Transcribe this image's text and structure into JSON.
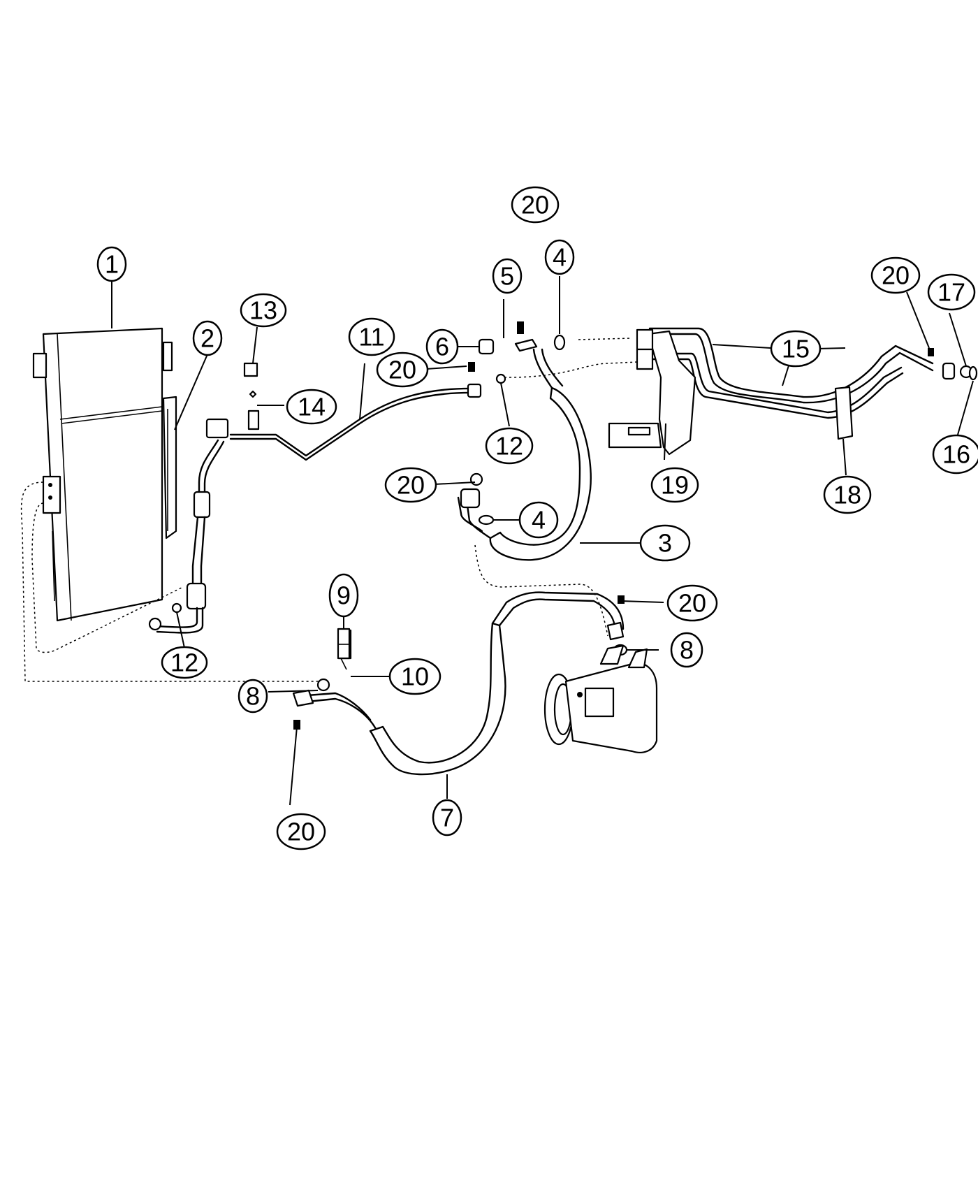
{
  "diagram": {
    "callouts": [
      {
        "id": "c1",
        "label": "1"
      },
      {
        "id": "c2",
        "label": "2"
      },
      {
        "id": "c3",
        "label": "3"
      },
      {
        "id": "c4a",
        "label": "4"
      },
      {
        "id": "c4b",
        "label": "4"
      },
      {
        "id": "c5",
        "label": "5"
      },
      {
        "id": "c6",
        "label": "6"
      },
      {
        "id": "c7",
        "label": "7"
      },
      {
        "id": "c8a",
        "label": "8"
      },
      {
        "id": "c8b",
        "label": "8"
      },
      {
        "id": "c9",
        "label": "9"
      },
      {
        "id": "c10",
        "label": "10"
      },
      {
        "id": "c11",
        "label": "11"
      },
      {
        "id": "c12a",
        "label": "12"
      },
      {
        "id": "c12b",
        "label": "12"
      },
      {
        "id": "c13",
        "label": "13"
      },
      {
        "id": "c14",
        "label": "14"
      },
      {
        "id": "c15",
        "label": "15"
      },
      {
        "id": "c16",
        "label": "16"
      },
      {
        "id": "c17",
        "label": "17"
      },
      {
        "id": "c18",
        "label": "18"
      },
      {
        "id": "c19",
        "label": "19"
      },
      {
        "id": "c20a",
        "label": "20"
      },
      {
        "id": "c20b",
        "label": "20"
      },
      {
        "id": "c20c",
        "label": "20"
      },
      {
        "id": "c20d",
        "label": "20"
      },
      {
        "id": "c20e",
        "label": "20"
      },
      {
        "id": "c20f",
        "label": "20"
      }
    ]
  }
}
